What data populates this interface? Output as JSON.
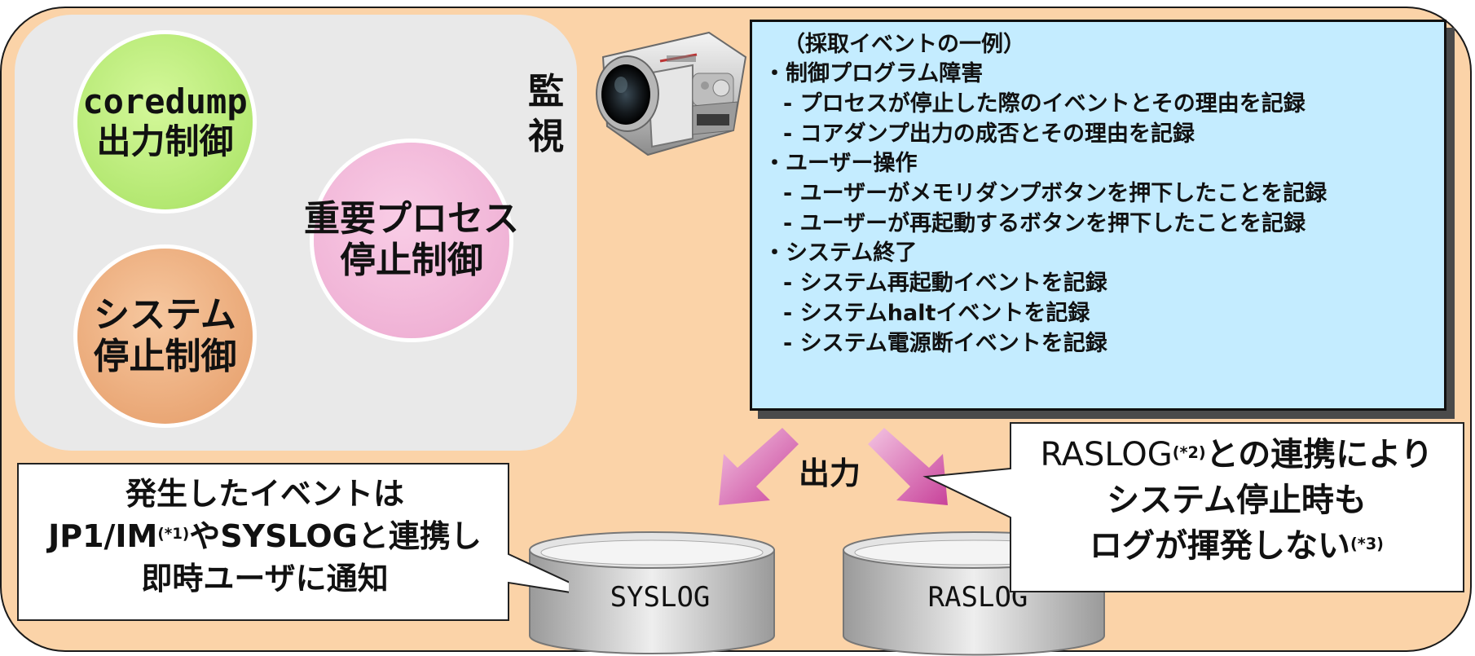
{
  "group": {
    "circle_coredump": {
      "line1": "coredump",
      "line2": "出力制御",
      "color": "#b4e872"
    },
    "circle_process": {
      "line1": "重要プロセス",
      "line2": "停止制御",
      "color": "#f0b3d6"
    },
    "circle_system": {
      "line1": "システム",
      "line2": "停止制御",
      "color": "#eaa877"
    }
  },
  "kanshi": {
    "line1": "監",
    "line2": "視"
  },
  "infobox": {
    "heading": "（採取イベントの一例）",
    "sections": [
      {
        "title": "・制御プログラム障害",
        "items": [
          "- プロセスが停止した際のイベントとその理由を記録",
          "- コアダンプ出力の成否とその理由を記録"
        ]
      },
      {
        "title": "・ユーザー操作",
        "items": [
          "- ユーザーがメモリダンプボタンを押下したことを記録",
          "- ユーザーが再起動するボタンを押下したことを記録"
        ]
      },
      {
        "title": "・システム終了",
        "items": [
          "- システム再起動イベントを記録",
          "- システムhaltイベントを記録",
          "- システム電源断イベントを記録"
        ]
      }
    ],
    "background": "#c4ecff"
  },
  "output_label": "出力",
  "storage": {
    "syslog": "SYSLOG",
    "raslog": "RASLOG"
  },
  "callout_left": {
    "line1": "発生したイベントは",
    "line2_a": "JP1/IM",
    "line2_sup": "(*1)",
    "line2_b": "やSYSLOGと連携し",
    "line3": "即時ユーザに通知"
  },
  "callout_right": {
    "line1_a": "RASLOG",
    "line1_sup": "(*2)",
    "line1_b": "との連携により",
    "line2": "システム停止時も",
    "line3_a": "ログが揮発しない",
    "line3_sup": "(*3)"
  },
  "colors": {
    "panel": "#fbd3a8",
    "group": "#e9e9e9",
    "arrow": "#c8429a"
  }
}
